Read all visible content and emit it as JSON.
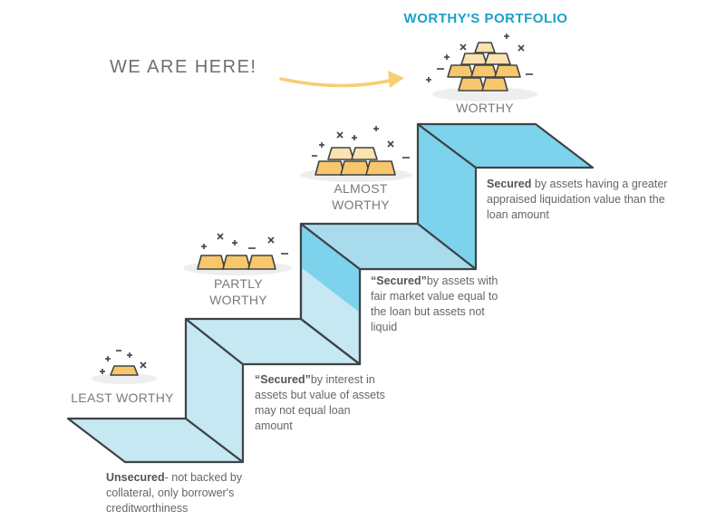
{
  "title": "WORTHY'S PORTFOLIO",
  "marker": "WE ARE HERE!",
  "levels": [
    {
      "label": "LEAST WORTHY",
      "desc_bold": "Unsecured",
      "desc_rest": "- not backed by collateral, only borrower's creditworthiness"
    },
    {
      "label": "PARTLY WORTHY",
      "desc_bold": "“Secured”",
      "desc_rest": "by interest in assets but value of assets may not equal loan amount"
    },
    {
      "label": "ALMOST WORTHY",
      "desc_bold": "“Secured”",
      "desc_rest": "by assets with fair market value equal to the loan but assets not liquid"
    },
    {
      "label": "WORTHY",
      "desc_bold": "Secured",
      "desc_rest": " by assets having a greater appraised liquidation value than the loan amount"
    }
  ],
  "colors": {
    "title": "#1aa1c9",
    "stair_light": "#c6e8f3",
    "stair_mid": "#a8dcec",
    "stair_dark": "#7dd3ec",
    "stair_outline": "#3e4347",
    "gold": "#f8c66b",
    "arrow": "#f6cf72"
  },
  "icons": [
    "gold-bars-icon",
    "arrow-icon",
    "sparkle-icon"
  ]
}
